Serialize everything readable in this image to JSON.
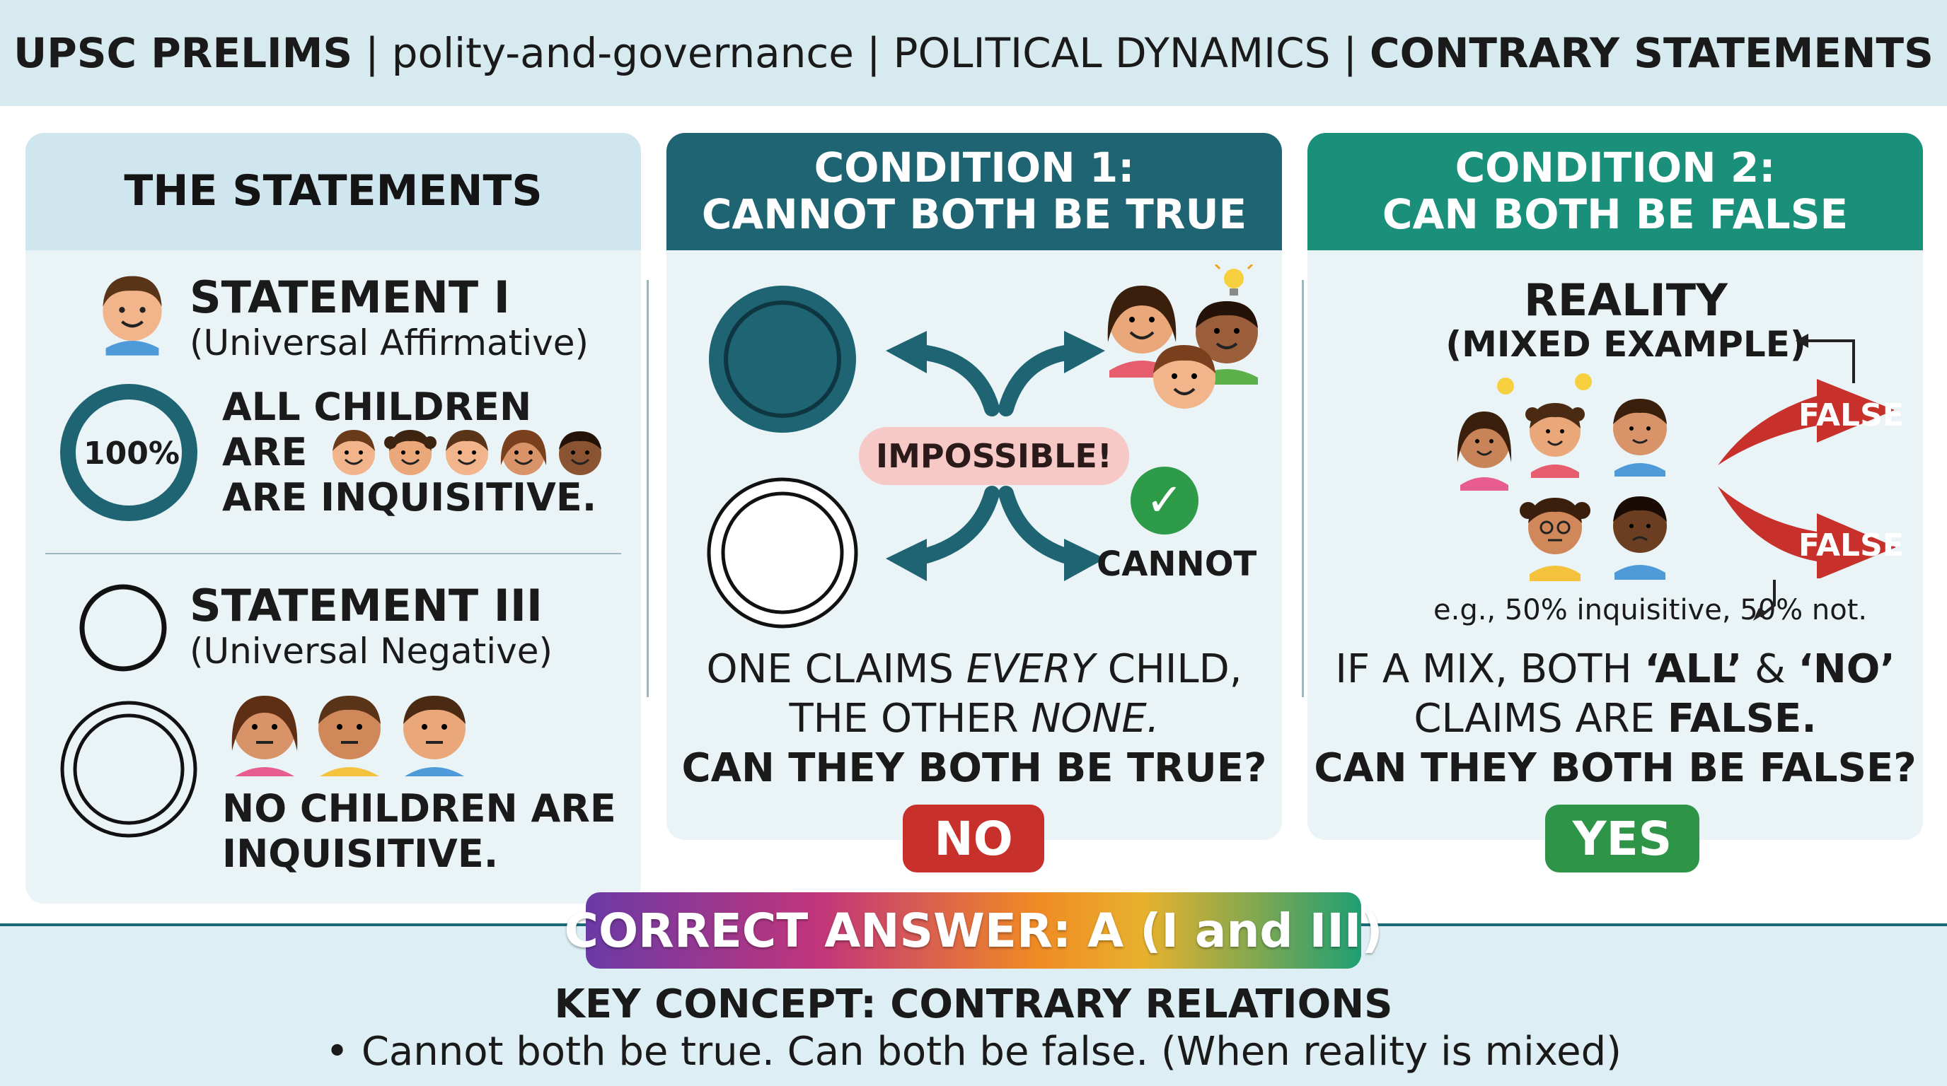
{
  "header": {
    "part1": "UPSC PRELIMS",
    "part2": "polity-and-governance",
    "part3": "POLITICAL DYNAMICS",
    "part4": "CONTRARY STATEMENTS",
    "separator": "|"
  },
  "statements_panel": {
    "title": "THE STATEMENTS",
    "statement1": {
      "title": "STATEMENT I",
      "subtitle": "(Universal Affirmative)",
      "badge": "100%",
      "line1": "ALL CHILDREN",
      "line2": "ARE",
      "line3": "ARE INQUISITIVE."
    },
    "statement3": {
      "title": "STATEMENT III",
      "subtitle": "(Universal Negative)",
      "line1": "NO CHILDREN ARE",
      "line2": "INQUISITIVE."
    }
  },
  "condition1": {
    "title_line1": "CONDITION 1:",
    "title_line2": "CANNOT BOTH BE TRUE",
    "impossible": "IMPOSSIBLE!",
    "cannot": "CANNOT",
    "q_line1_a": "ONE CLAIMS ",
    "q_line1_b": "EVERY",
    "q_line1_c": " CHILD,",
    "q_line2_a": "THE OTHER ",
    "q_line2_b": "NONE.",
    "q_line3": "CAN THEY BOTH BE TRUE?",
    "answer": "NO"
  },
  "condition2": {
    "title_line1": "CONDITION 2:",
    "title_line2": "CAN BOTH BE FALSE",
    "reality": "REALITY",
    "mixed": "(MIXED EXAMPLE)",
    "false1": "FALSE",
    "false2": "FALSE",
    "note": "e.g., 50% inquisitive, 50% not.",
    "q_line1_a": "IF A MIX, BOTH ",
    "q_line1_b": "‘ALL’",
    "q_line1_c": " & ",
    "q_line1_d": "‘NO’",
    "q_line2_a": "CLAIMS ARE ",
    "q_line2_b": "FALSE.",
    "q_line3": "CAN THEY BOTH BE FALSE?",
    "answer": "YES"
  },
  "footer": {
    "answer": "CORRECT ANSWER: A (I and III)",
    "key_concept": "KEY CONCEPT: CONTRARY RELATIONS",
    "key_line": "• Cannot both be true. Can both be false. (When reality is mixed)"
  },
  "colors": {
    "teal_dark": "#1f6473",
    "green_teal": "#1a8f79",
    "red": "#c8302b",
    "green": "#2d9448"
  }
}
